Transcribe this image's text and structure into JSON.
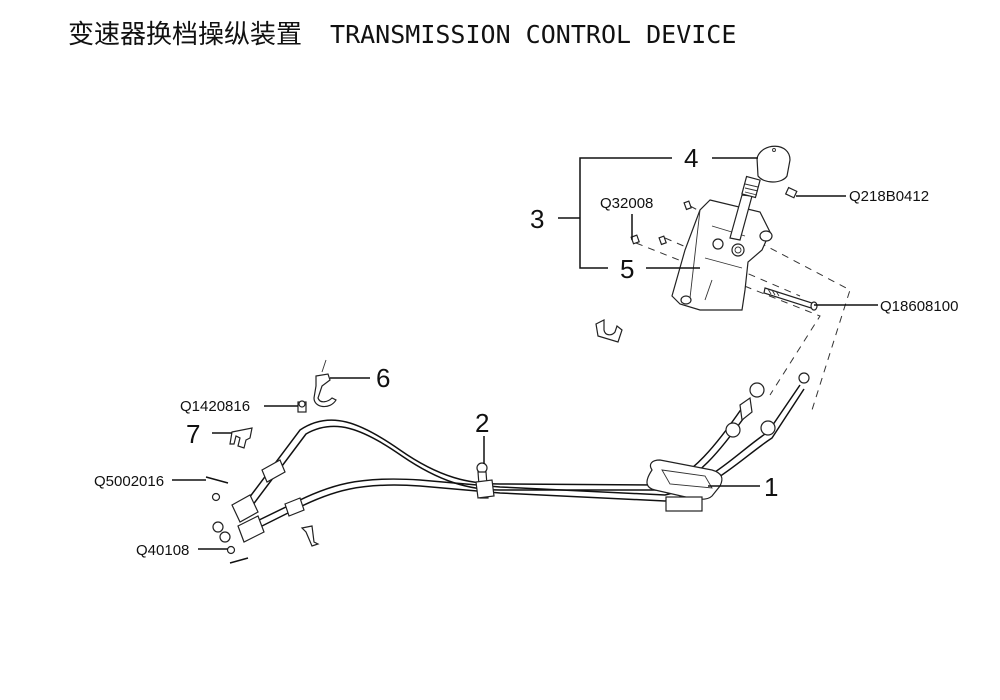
{
  "title": {
    "chinese": "变速器换档操纵装置",
    "english": "TRANSMISSION CONTROL DEVICE"
  },
  "callouts": {
    "c1": "1",
    "c2": "2",
    "c3": "3",
    "c4": "4",
    "c5": "5",
    "c6": "6",
    "c7": "7"
  },
  "part_codes": {
    "q218b0412": "Q218B0412",
    "q32008": "Q32008",
    "q18608100": "Q18608100",
    "q1420816": "Q1420816",
    "q5002016": "Q5002016",
    "q40108": "Q40108"
  }
}
